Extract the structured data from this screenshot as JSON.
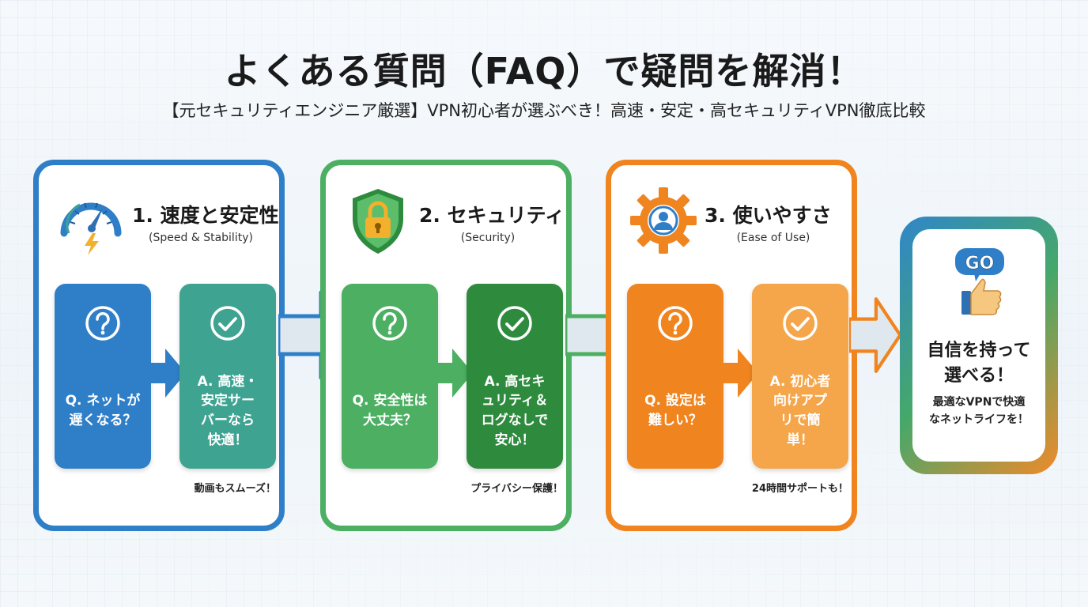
{
  "header": {
    "title": "よくある質問（FAQ）で疑問を解消！",
    "subtitle": "【元セキュリティエンジニア厳選】VPN初心者が選ぶべき！高速・安定・高セキュリティVPN徹底比較"
  },
  "colors": {
    "blue": "#2f7fc8",
    "teal": "#3fa392",
    "green": "#4caf62",
    "dark_green": "#2e8b3e",
    "orange": "#f0841f",
    "light_orange": "#f5a54a",
    "arrow_fill": "#dfe8ef"
  },
  "panels": [
    {
      "title": "1. 速度と安定性",
      "subtitle": "(Speed & Stability)",
      "icon": "speedometer-icon",
      "question": "Q. ネットが\n遅くなる？",
      "answer": "A. 高速・\n安定サー\nバーなら\n快適！",
      "note": "動画もスムーズ！"
    },
    {
      "title": "2. セキュリティ",
      "subtitle": "(Security)",
      "icon": "shield-lock-icon",
      "question": "Q. 安全性は\n大丈夫？",
      "answer": "A. 高セキ\nュリティ＆\nログなしで\n安心！",
      "note": "プライバシー保護！"
    },
    {
      "title": "3. 使いやすさ",
      "subtitle": "(Ease of Use)",
      "icon": "gear-user-icon",
      "question": "Q. 設定は\n難しい？",
      "answer": "A. 初心者\n向けアプ\nリで簡\n単！",
      "note": "24時間サポートも！"
    }
  ],
  "final": {
    "badge": "GO",
    "title": "自信を持って\n選べる！",
    "text": "最適なVPNで快適\nなネットライフを！"
  }
}
